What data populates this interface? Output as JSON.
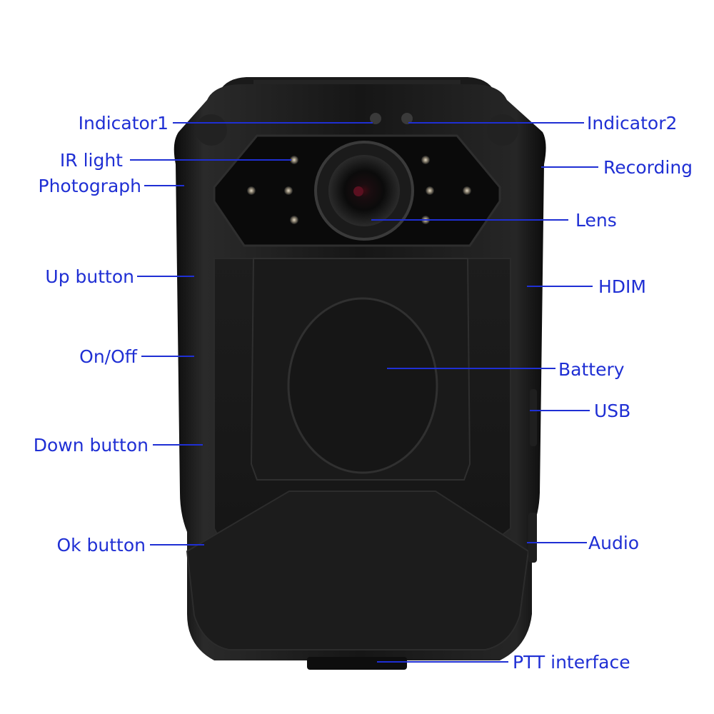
{
  "colors": {
    "label": "#1f2fd4",
    "leader": "#1f2fd4",
    "background": "#ffffff",
    "body": "#151515"
  },
  "labels": {
    "indicator1": "Indicator1",
    "indicator2": "Indicator2",
    "ir_light": "IR light",
    "recording": "Recording",
    "photograph": "Photograph",
    "lens": "Lens",
    "up_button": "Up button",
    "hdim": "HDIM",
    "on_off": "On/Off",
    "battery": "Battery",
    "usb": "USB",
    "down_button": "Down button",
    "ok_button": "Ok button",
    "audio": "Audio",
    "ptt_interface": "PTT interface"
  }
}
